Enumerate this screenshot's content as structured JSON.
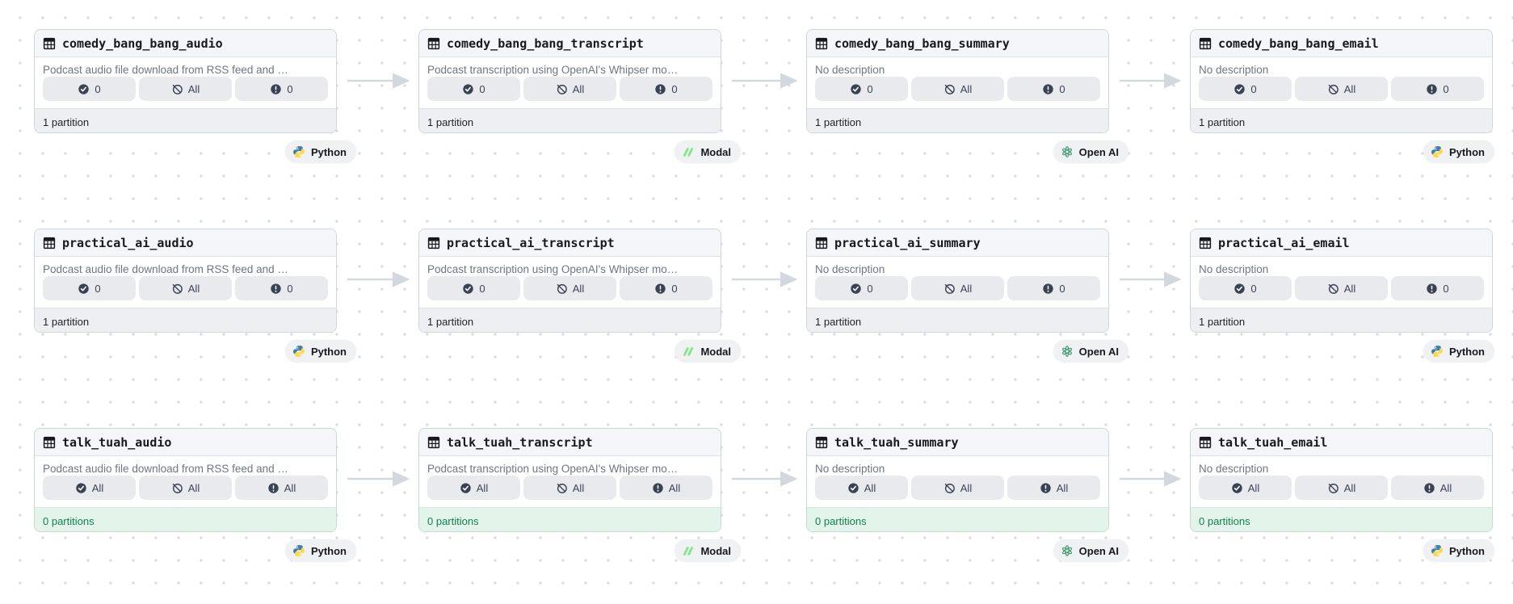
{
  "colors": {
    "card_border": "#d0d4db",
    "badge_bg": "#e8eaee",
    "footer_default_bg": "#edeff3",
    "footer_fresh_bg": "#e3f4ea",
    "footer_fresh_text": "#12824d",
    "arrow": "#d3d7de",
    "python_blue": "#3e7cac",
    "python_yellow": "#ffd845",
    "modal_green": "#7ee787",
    "openai_green": "#4f9f7d"
  },
  "rows": [
    {
      "cards": [
        {
          "name": "comedy_bang_bang_audio",
          "description": "Podcast audio file download from RSS feed and …",
          "badges": [
            {
              "icon": "check-circle-icon",
              "value": "0"
            },
            {
              "icon": "ban-icon",
              "value": "All"
            },
            {
              "icon": "alert-circle-icon",
              "value": "0"
            }
          ],
          "partitions": "1 partition",
          "partitions_state": "default",
          "kind": {
            "icon": "python-icon",
            "label": "Python"
          }
        },
        {
          "name": "comedy_bang_bang_transcript",
          "description": "Podcast transcription using OpenAI's Whipser mo…",
          "badges": [
            {
              "icon": "check-circle-icon",
              "value": "0"
            },
            {
              "icon": "ban-icon",
              "value": "All"
            },
            {
              "icon": "alert-circle-icon",
              "value": "0"
            }
          ],
          "partitions": "1 partition",
          "partitions_state": "default",
          "kind": {
            "icon": "modal-icon",
            "label": "Modal"
          }
        },
        {
          "name": "comedy_bang_bang_summary",
          "description": "No description",
          "badges": [
            {
              "icon": "check-circle-icon",
              "value": "0"
            },
            {
              "icon": "ban-icon",
              "value": "All"
            },
            {
              "icon": "alert-circle-icon",
              "value": "0"
            }
          ],
          "partitions": "1 partition",
          "partitions_state": "default",
          "kind": {
            "icon": "openai-icon",
            "label": "Open AI"
          }
        },
        {
          "name": "comedy_bang_bang_email",
          "description": "No description",
          "badges": [
            {
              "icon": "check-circle-icon",
              "value": "0"
            },
            {
              "icon": "ban-icon",
              "value": "All"
            },
            {
              "icon": "alert-circle-icon",
              "value": "0"
            }
          ],
          "partitions": "1 partition",
          "partitions_state": "default",
          "kind": {
            "icon": "python-icon",
            "label": "Python"
          }
        }
      ]
    },
    {
      "cards": [
        {
          "name": "practical_ai_audio",
          "description": "Podcast audio file download from RSS feed and …",
          "badges": [
            {
              "icon": "check-circle-icon",
              "value": "0"
            },
            {
              "icon": "ban-icon",
              "value": "All"
            },
            {
              "icon": "alert-circle-icon",
              "value": "0"
            }
          ],
          "partitions": "1 partition",
          "partitions_state": "default",
          "kind": {
            "icon": "python-icon",
            "label": "Python"
          }
        },
        {
          "name": "practical_ai_transcript",
          "description": "Podcast transcription using OpenAI's Whipser mo…",
          "badges": [
            {
              "icon": "check-circle-icon",
              "value": "0"
            },
            {
              "icon": "ban-icon",
              "value": "All"
            },
            {
              "icon": "alert-circle-icon",
              "value": "0"
            }
          ],
          "partitions": "1 partition",
          "partitions_state": "default",
          "kind": {
            "icon": "modal-icon",
            "label": "Modal"
          }
        },
        {
          "name": "practical_ai_summary",
          "description": "No description",
          "badges": [
            {
              "icon": "check-circle-icon",
              "value": "0"
            },
            {
              "icon": "ban-icon",
              "value": "All"
            },
            {
              "icon": "alert-circle-icon",
              "value": "0"
            }
          ],
          "partitions": "1 partition",
          "partitions_state": "default",
          "kind": {
            "icon": "openai-icon",
            "label": "Open AI"
          }
        },
        {
          "name": "practical_ai_email",
          "description": "No description",
          "badges": [
            {
              "icon": "check-circle-icon",
              "value": "0"
            },
            {
              "icon": "ban-icon",
              "value": "All"
            },
            {
              "icon": "alert-circle-icon",
              "value": "0"
            }
          ],
          "partitions": "1 partition",
          "partitions_state": "default",
          "kind": {
            "icon": "python-icon",
            "label": "Python"
          }
        }
      ]
    },
    {
      "cards": [
        {
          "name": "talk_tuah_audio",
          "description": "Podcast audio file download from RSS feed and …",
          "badges": [
            {
              "icon": "check-circle-icon",
              "value": "All"
            },
            {
              "icon": "ban-icon",
              "value": "All"
            },
            {
              "icon": "alert-circle-icon",
              "value": "All"
            }
          ],
          "partitions": "0 partitions",
          "partitions_state": "fresh",
          "kind": {
            "icon": "python-icon",
            "label": "Python"
          }
        },
        {
          "name": "talk_tuah_transcript",
          "description": "Podcast transcription using OpenAI's Whipser mo…",
          "badges": [
            {
              "icon": "check-circle-icon",
              "value": "All"
            },
            {
              "icon": "ban-icon",
              "value": "All"
            },
            {
              "icon": "alert-circle-icon",
              "value": "All"
            }
          ],
          "partitions": "0 partitions",
          "partitions_state": "fresh",
          "kind": {
            "icon": "modal-icon",
            "label": "Modal"
          }
        },
        {
          "name": "talk_tuah_summary",
          "description": "No description",
          "badges": [
            {
              "icon": "check-circle-icon",
              "value": "All"
            },
            {
              "icon": "ban-icon",
              "value": "All"
            },
            {
              "icon": "alert-circle-icon",
              "value": "All"
            }
          ],
          "partitions": "0 partitions",
          "partitions_state": "fresh",
          "kind": {
            "icon": "openai-icon",
            "label": "Open AI"
          }
        },
        {
          "name": "talk_tuah_email",
          "description": "No description",
          "badges": [
            {
              "icon": "check-circle-icon",
              "value": "All"
            },
            {
              "icon": "ban-icon",
              "value": "All"
            },
            {
              "icon": "alert-circle-icon",
              "value": "All"
            }
          ],
          "partitions": "0 partitions",
          "partitions_state": "fresh",
          "kind": {
            "icon": "python-icon",
            "label": "Python"
          }
        }
      ]
    }
  ]
}
